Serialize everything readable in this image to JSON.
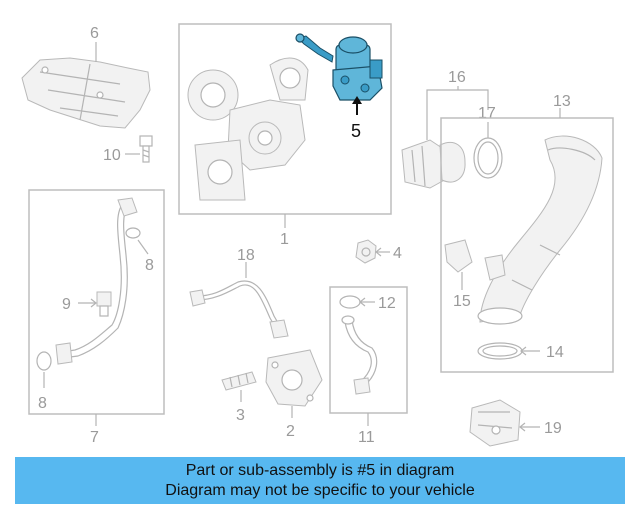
{
  "callouts": {
    "c1": "1",
    "c2": "2",
    "c3": "3",
    "c4": "4",
    "c5": "5",
    "c6": "6",
    "c7": "7",
    "c8a": "8",
    "c8b": "8",
    "c9": "9",
    "c10": "10",
    "c11": "11",
    "c12": "12",
    "c13": "13",
    "c14": "14",
    "c15": "15",
    "c16": "16",
    "c17": "17",
    "c18": "18",
    "c19": "19"
  },
  "highlight_color": "#5fb6d9",
  "banner": {
    "line1": "Part or sub-assembly is #5 in diagram",
    "line2": "Diagram may not be specific to your vehicle",
    "background": "#57b8f0"
  }
}
